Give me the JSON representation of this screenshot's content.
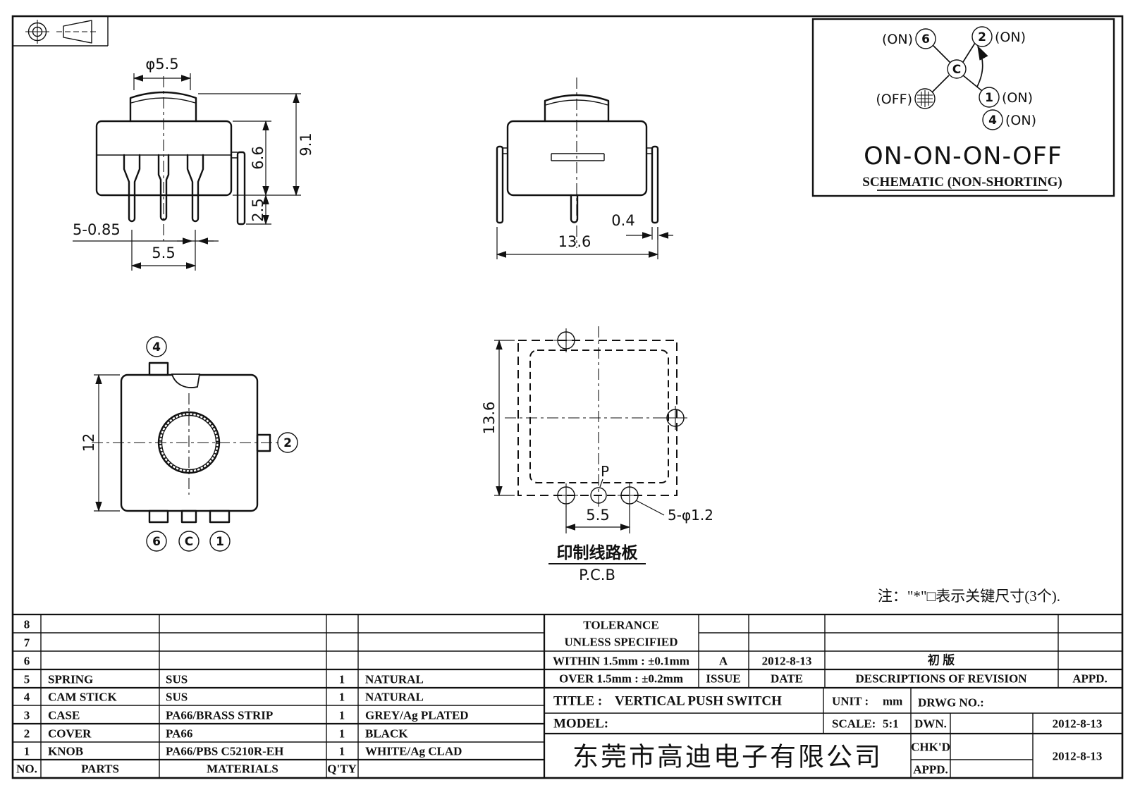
{
  "page": {
    "bg": "#ffffff",
    "ink": "#111111"
  },
  "schematic": {
    "pin6_state": "(ON)",
    "pin6": "6",
    "pin2": "2",
    "pin2_state": "(ON)",
    "off_state": "(OFF)",
    "pin1": "1",
    "pin1_state": "(ON)",
    "pin4": "4",
    "pin4_state": "(ON)",
    "center": "C",
    "function": "ON-ON-ON-OFF",
    "caption": "SCHEMATIC (NON-SHORTING)"
  },
  "front_view": {
    "dia": "φ5.5",
    "total_height": "9.1",
    "body_height": "6.6",
    "pin_length": "2.5",
    "pin_spec": "5-0.85",
    "pin_span": "5.5"
  },
  "side_view": {
    "width": "13.6",
    "bracket_thickness": "0.4"
  },
  "bottom_view": {
    "body": "12",
    "pin4": "4",
    "pin2": "2",
    "pin6": "6",
    "pinC": "C",
    "pin1": "1"
  },
  "pcb_view": {
    "height": "13.6",
    "span": "5.5",
    "holes": "5-φ1.2",
    "p_label": "P",
    "caption_cn": "印制线路板",
    "caption_en": "P.C.B"
  },
  "note": "注：\"*\"□表示关键尺寸(3个).",
  "parts_table": {
    "headers": {
      "no": "NO.",
      "parts": "PARTS",
      "materials": "MATERIALS",
      "qty": "Q'TY"
    },
    "rows": [
      {
        "no": "8",
        "parts": "",
        "materials": "",
        "qty": "",
        "finish": ""
      },
      {
        "no": "7",
        "parts": "",
        "materials": "",
        "qty": "",
        "finish": ""
      },
      {
        "no": "6",
        "parts": "",
        "materials": "",
        "qty": "",
        "finish": ""
      },
      {
        "no": "5",
        "parts": "SPRING",
        "materials": "SUS",
        "qty": "1",
        "finish": "NATURAL"
      },
      {
        "no": "4",
        "parts": "CAM STICK",
        "materials": "SUS",
        "qty": "1",
        "finish": "NATURAL"
      },
      {
        "no": "3",
        "parts": "CASE",
        "materials": "PA66/BRASS STRIP",
        "qty": "1",
        "finish": "GREY/Ag PLATED"
      },
      {
        "no": "2",
        "parts": "COVER",
        "materials": "PA66",
        "qty": "1",
        "finish": "BLACK"
      },
      {
        "no": "1",
        "parts": "KNOB",
        "materials": "PA66/PBS C5210R-EH",
        "qty": "1",
        "finish": "WHITE/Ag CLAD"
      }
    ]
  },
  "tolerance_block": {
    "line1": "TOLERANCE",
    "line2": "UNLESS  SPECIFIED",
    "within": "WITHIN 1.5mm : ±0.1mm",
    "over": "OVER 1.5mm : ±0.2mm"
  },
  "revision_block": {
    "issue_value": "A",
    "date_value": "2012-8-13",
    "description_value": "初 版",
    "issue_label": "ISSUE",
    "date_label": "DATE",
    "description_label": "DESCRIPTIONS OF REVISION",
    "appd_label": "APPD."
  },
  "title_block": {
    "title_label": "TITLE :",
    "title_value": "VERTICAL PUSH SWITCH",
    "unit_label": "UNIT :",
    "unit_value": "mm",
    "drwg_label": "DRWG NO.:",
    "model_label": "MODEL:",
    "scale_label": "SCALE:",
    "scale_value": "5:1",
    "company": "东莞市高迪电子有限公司",
    "dwn_label": "DWN.",
    "chkd_label": "CHK'D",
    "appd_label": "APPD.",
    "dwn_date": "2012-8-13",
    "chkd_date": "2012-8-13"
  }
}
